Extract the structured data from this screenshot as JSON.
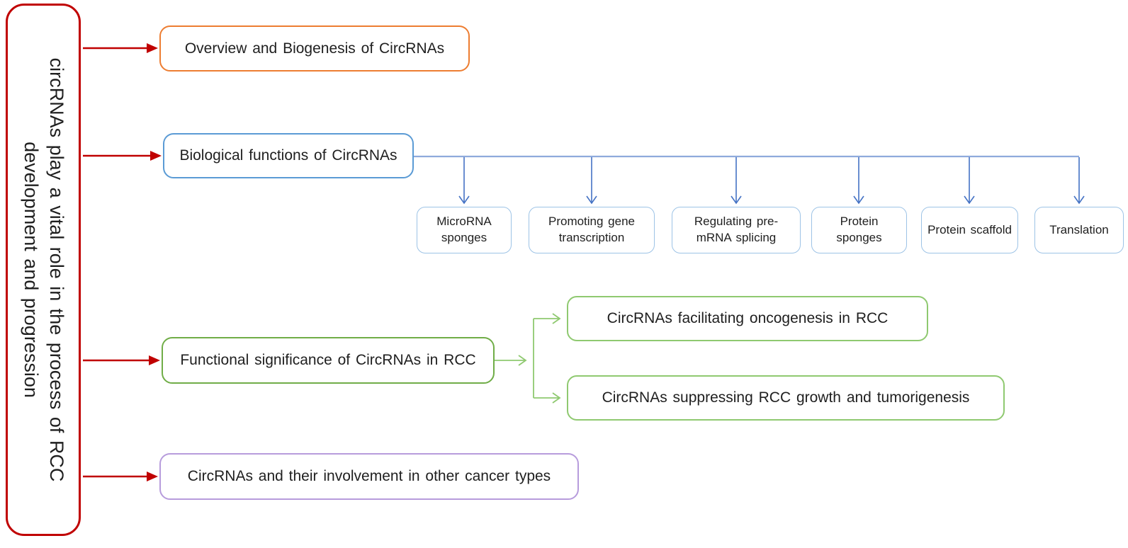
{
  "root": {
    "line1": "circRNAs play a vital role in the process of RCC",
    "line2": "development and progression"
  },
  "sections": {
    "overview": "Overview and Biogenesis of CircRNAs",
    "functions": "Biological functions of CircRNAs",
    "significance": "Functional significance of CircRNAs in RCC",
    "other_cancers": "CircRNAs and their involvement in other cancer types"
  },
  "biological_functions": [
    "MicroRNA sponges",
    "Promoting gene transcription",
    "Regulating pre-mRNA splicing",
    "Protein sponges",
    "Protein scaffold",
    "Translation"
  ],
  "significance_branches": [
    "CircRNAs facilitating oncogenesis in RCC",
    "CircRNAs suppressing RCC growth and tumorigenesis"
  ],
  "colors": {
    "red": "#C00000",
    "orange": "#ED7D31",
    "blue": "#5B9BD5",
    "blue_light": "#9DC3E6",
    "blue_line": "#8FAADC",
    "blue_arrow": "#4472C4",
    "green": "#70AD47",
    "green_light": "#8FC970",
    "purple": "#B79CDC"
  }
}
